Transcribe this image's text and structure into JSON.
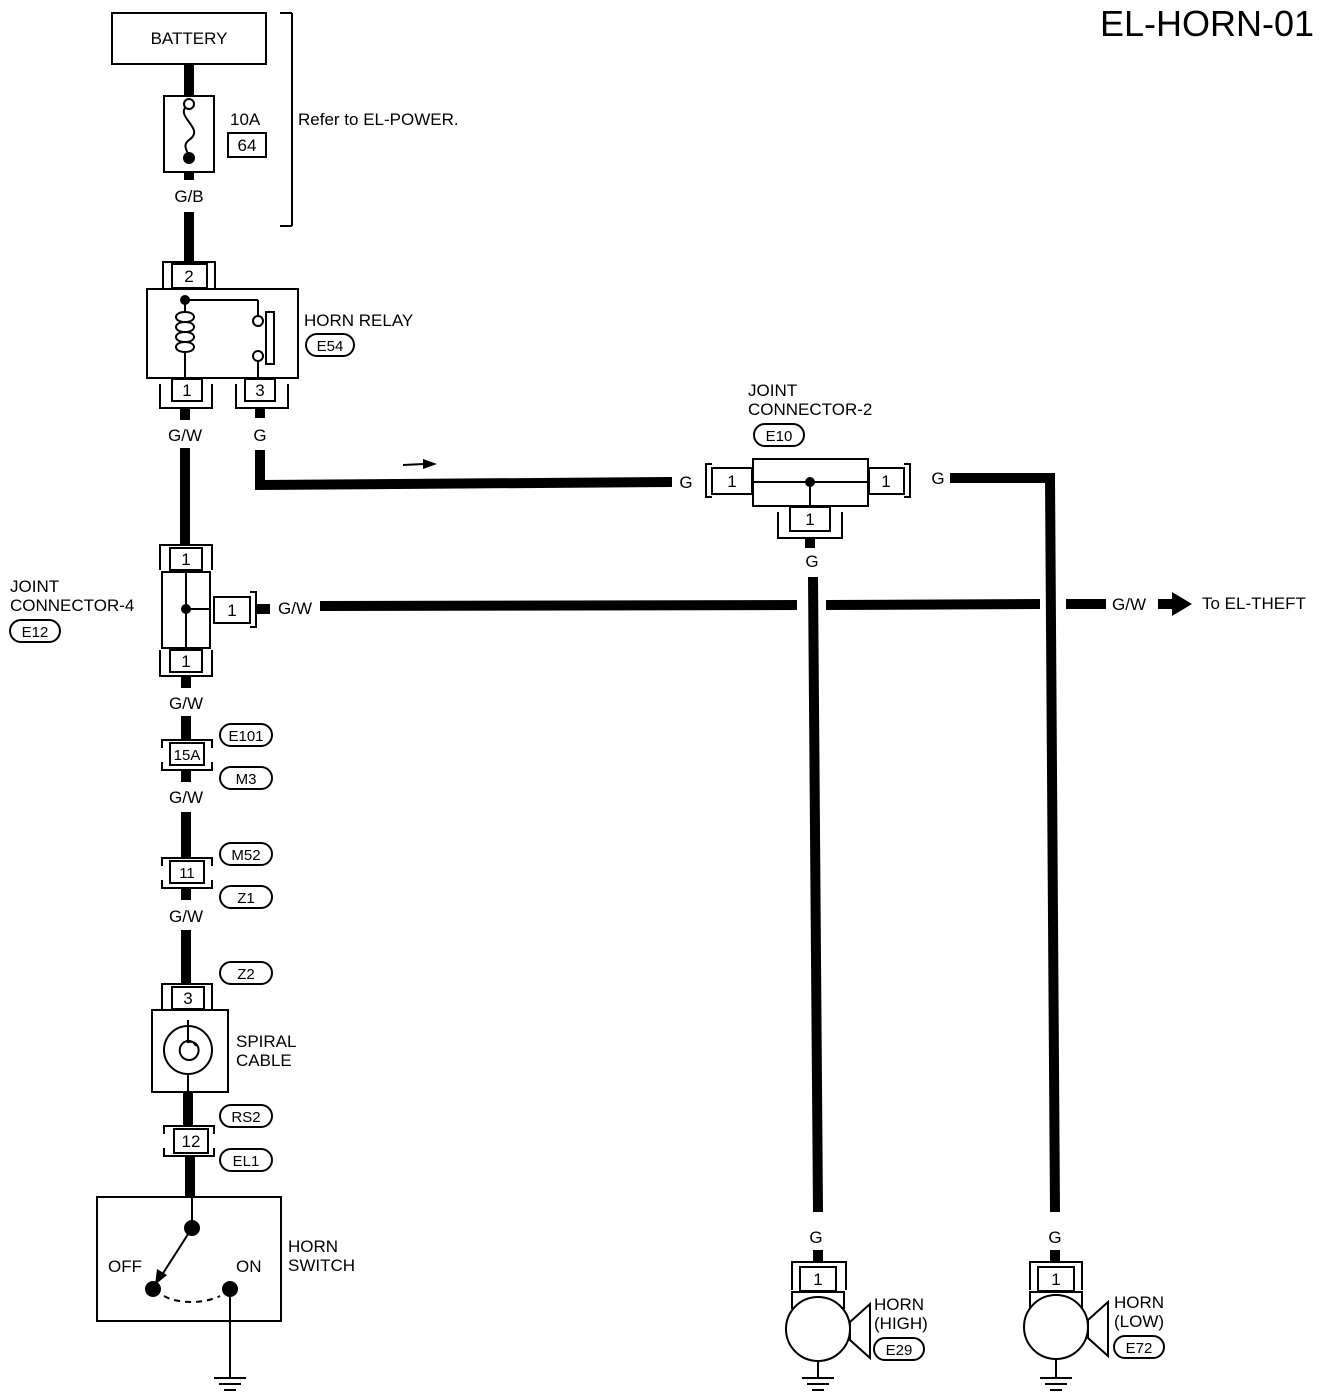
{
  "page_code": "EL-HORN-01",
  "battery": {
    "label": "BATTERY"
  },
  "fuse": {
    "rating": "10A",
    "number": "64"
  },
  "power_note": "Refer to EL-POWER.",
  "wire_colors": {
    "gb": "G/B",
    "gw": "G/W",
    "g": "G"
  },
  "horn_relay": {
    "label": "HORN RELAY",
    "connector": "E54",
    "pins": [
      "2",
      "1",
      "3"
    ]
  },
  "joint_connector_2": {
    "line1": "JOINT",
    "line2": "CONNECTOR-2",
    "connector": "E10",
    "pins": [
      "1",
      "1",
      "1"
    ]
  },
  "joint_connector_4": {
    "line1": "JOINT",
    "line2": "CONNECTOR-4",
    "connector": "E12",
    "pins": [
      "1",
      "1",
      "1"
    ]
  },
  "theft_link": "To EL-THEFT",
  "inline_connectors": [
    {
      "pin": "15A",
      "upper": "E101",
      "lower": "M3"
    },
    {
      "pin": "11",
      "upper": "M52",
      "lower": "Z1"
    },
    {
      "pin": "3",
      "upper": "Z2"
    },
    {
      "pin": "12",
      "upper": "RS2",
      "lower": "EL1"
    }
  ],
  "spiral_cable": {
    "line1": "SPIRAL",
    "line2": "CABLE"
  },
  "horn_switch": {
    "line1": "HORN",
    "line2": "SWITCH",
    "off": "OFF",
    "on": "ON"
  },
  "horn_high": {
    "line1": "HORN",
    "line2": "(HIGH)",
    "connector": "E29",
    "pin": "1"
  },
  "horn_low": {
    "line1": "HORN",
    "line2": "(LOW)",
    "connector": "E72",
    "pin": "1"
  }
}
